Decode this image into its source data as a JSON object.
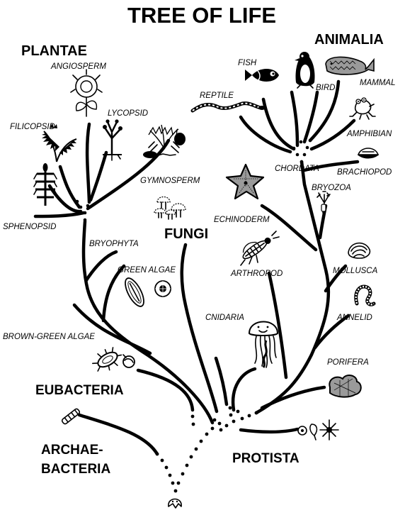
{
  "title": "TREE OF LIFE",
  "kingdoms": {
    "plantae": "PLANTAE",
    "animalia": "ANIMALIA",
    "fungi": "FUNGI",
    "eubacteria": "EUBACTERIA",
    "archaebacteria_line1": "ARCHAE-",
    "archaebacteria_line2": "BACTERIA",
    "protista": "PROTISTA"
  },
  "groups": {
    "angiosperm": "ANGIOSPERM",
    "lycopsid": "LYCOPSID",
    "filicopsid": "FILICOPSID",
    "gymnosperm": "GYMNOSPERM",
    "sphenopsid": "SPHENOPSID",
    "bryophyta": "BRYOPHYTA",
    "green_algae": "GREEN ALGAE",
    "brown_green_algae": "BROWN-GREEN ALGAE",
    "fish": "FISH",
    "reptile": "REPTILE",
    "bird": "BIRD",
    "mammal": "MAMMAL",
    "amphibian": "AMPHIBIAN",
    "chordata": "CHORDATA",
    "brachiopod": "BRACHIOPOD",
    "bryozoa": "BRYOZOA",
    "echinoderm": "ECHINODERM",
    "arthropod": "ARTHROPOD",
    "mollusca": "MOLLUSCA",
    "cnidaria": "CNIDARIA",
    "annelid": "ANNELID",
    "porifera": "PORIFERA"
  },
  "icons": [
    "flower-icon",
    "lycopsid-icon",
    "fern-icon",
    "gymnosperm-icon",
    "horsetail-icon",
    "mushroom-icon",
    "green-algae-icon",
    "diatom-icon",
    "bacterium-icon",
    "archaebacterium-icon",
    "fish-icon",
    "penguin-icon",
    "whale-icon",
    "snake-icon",
    "frog-icon",
    "brachiopod-icon",
    "bryozoan-icon",
    "starfish-icon",
    "insect-icon",
    "clam-icon",
    "jellyfish-icon",
    "worm-icon",
    "sponge-icon",
    "protist-icon",
    "root-ancestor-icon"
  ],
  "colors": {
    "ink": "#000000",
    "paper": "#ffffff",
    "shade": "#9a9a9a"
  }
}
